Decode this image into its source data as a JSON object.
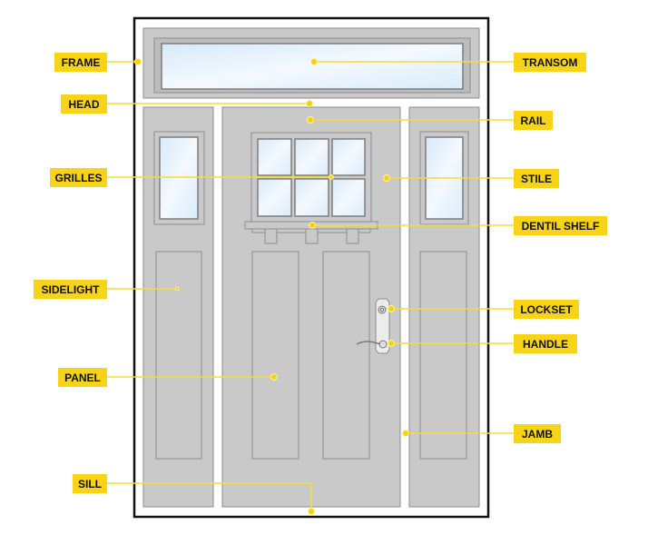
{
  "title": "Door anatomy diagram",
  "colors": {
    "label_bg": "#f7d417",
    "door": "#c9c9c9",
    "leader": "#f5dc3a"
  },
  "labels": {
    "frame": "FRAME",
    "head": "HEAD",
    "grilles": "GRILLES",
    "sidelight": "SIDELIGHT",
    "panel": "PANEL",
    "sill": "SILL",
    "transom": "TRANSOM",
    "rail": "RAIL",
    "stile": "STILE",
    "dentil_shelf": "DENTIL SHELF",
    "lockset": "LOCKSET",
    "handle": "HANDLE",
    "jamb": "JAMB"
  }
}
